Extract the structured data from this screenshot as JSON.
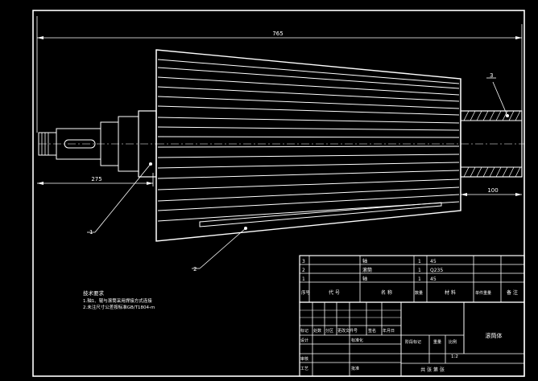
{
  "dimensions": {
    "overall_length": "765",
    "left_offset": "275",
    "right_offset": "100"
  },
  "balloons": [
    "1",
    "2",
    "3"
  ],
  "notes": {
    "title": "技术要求",
    "line1": "1.轴1、辊与滚筒采用焊接方式连接",
    "line2": "2.未注尺寸公差按标准GB/T1804-m"
  },
  "parts_list": {
    "rows": [
      {
        "seq": "3",
        "name": "轴",
        "qty": "1",
        "material": "45"
      },
      {
        "seq": "2",
        "name": "滚筒",
        "qty": "1",
        "material": "Q235"
      },
      {
        "seq": "1",
        "name": "轴",
        "qty": "1",
        "material": "45"
      }
    ],
    "header": {
      "seq": "序号",
      "code": "代 号",
      "name": "名 称",
      "qty": "数量",
      "material": "材 料",
      "unit_weight": "单件重量",
      "remark": "备 注"
    }
  },
  "title_block": {
    "mark_label": "标记",
    "count_label": "处数",
    "zone_label": "分区",
    "change_doc_label": "更改文件号",
    "sign_label": "签名",
    "date_label": "年月日",
    "design_label": "设计",
    "standardize_label": "标准化",
    "stage_label": "阶段标记",
    "weight_label": "重量",
    "scale_label": "比例",
    "scale_value": "1:2",
    "review_label": "审核",
    "process_label": "工艺",
    "approve_label": "批准",
    "sheet_label": "共 张 第 张",
    "drawing_title": "滚筒体"
  }
}
